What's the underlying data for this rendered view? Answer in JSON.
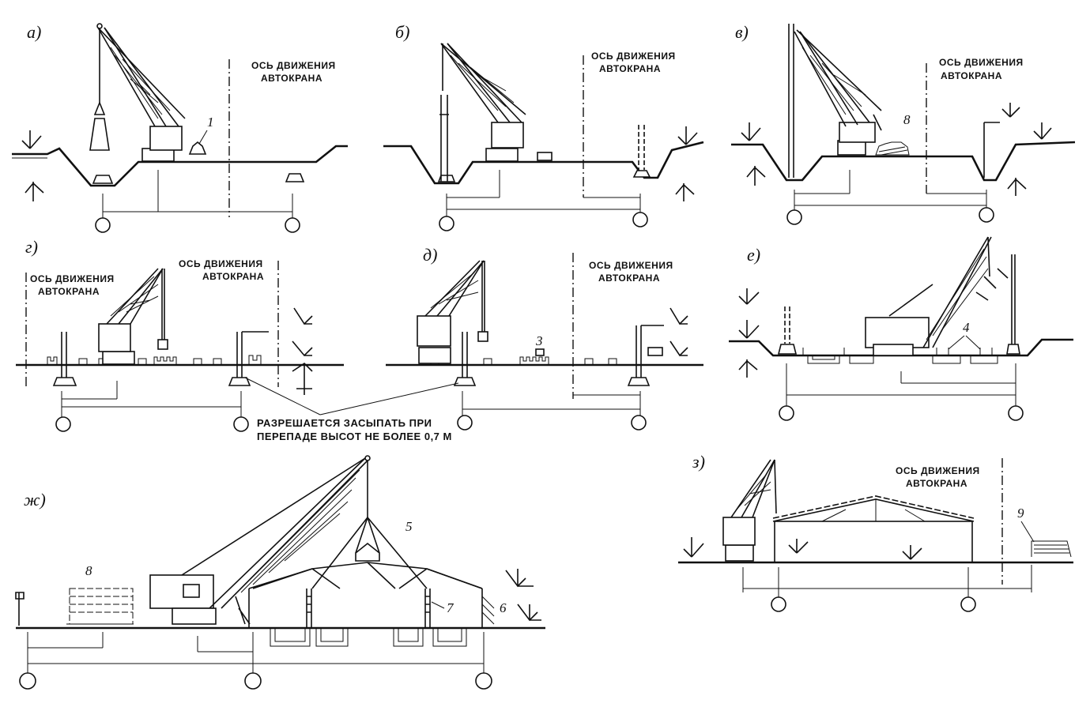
{
  "panels": {
    "a": {
      "label": "а)",
      "axis_caption_1": "ОСЬ ДВИЖЕНИЯ",
      "axis_caption_2": "АВТОКРАНА",
      "callout": "1"
    },
    "b": {
      "label": "б)",
      "axis_caption_1": "ОСЬ ДВИЖЕНИЯ",
      "axis_caption_2": "АВТОКРАНА"
    },
    "v": {
      "label": "в)",
      "axis_caption_1": "ОСЬ ДВИЖЕНИЯ",
      "axis_caption_2": "АВТОКРАНА",
      "callout": "8"
    },
    "g": {
      "label": "г)",
      "axis_caption_left_1": "ОСЬ ДВИЖЕНИЯ",
      "axis_caption_left_2": "АВТОКРАНА",
      "axis_caption_1": "ОСЬ ДВИЖЕНИЯ",
      "axis_caption_2": "АВТОКРАНА"
    },
    "d": {
      "label": "д)",
      "axis_caption_1": "ОСЬ ДВИЖЕНИЯ",
      "axis_caption_2": "АВТОКРАНА",
      "callout": "3"
    },
    "e": {
      "label": "е)",
      "callout": "4"
    },
    "zh": {
      "label": "ж)",
      "callout_8": "8",
      "callout_5": "5",
      "callout_7": "7",
      "callout_6": "6"
    },
    "z": {
      "label": "з)",
      "axis_caption_1": "ОСЬ ДВИЖЕНИЯ",
      "axis_caption_2": "АВТОКРАНА",
      "callout": "9"
    }
  },
  "note": {
    "line1": "РАЗРЕШАЕТСЯ ЗАСЫПАТЬ ПРИ",
    "line2": "ПЕРЕПАДЕ ВЫСОТ НЕ БОЛЕЕ 0,7 М"
  }
}
